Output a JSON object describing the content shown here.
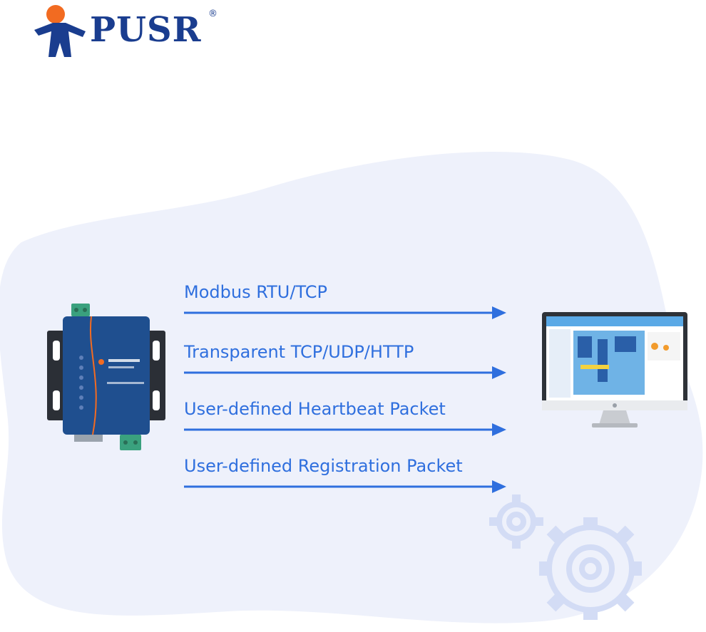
{
  "brand": {
    "name": "PUSR",
    "registered_mark": "®",
    "primary_color": "#1a3d8f",
    "accent_color": "#f26b21"
  },
  "protocols": [
    {
      "label": "Modbus RTU/TCP"
    },
    {
      "label": "Transparent TCP/UDP/HTTP"
    },
    {
      "label": "User-defined Heartbeat Packet"
    },
    {
      "label": "User-defined Registration Packet"
    }
  ],
  "colors": {
    "arrow": "#2f6fde",
    "blob": "#eef1fb",
    "device_body": "#1f4f8f",
    "gear": "#d3dcf5"
  },
  "icons": {
    "device": "serial-device-server-icon",
    "monitor": "monitor-scada-icon",
    "gears": "gear-icon"
  }
}
